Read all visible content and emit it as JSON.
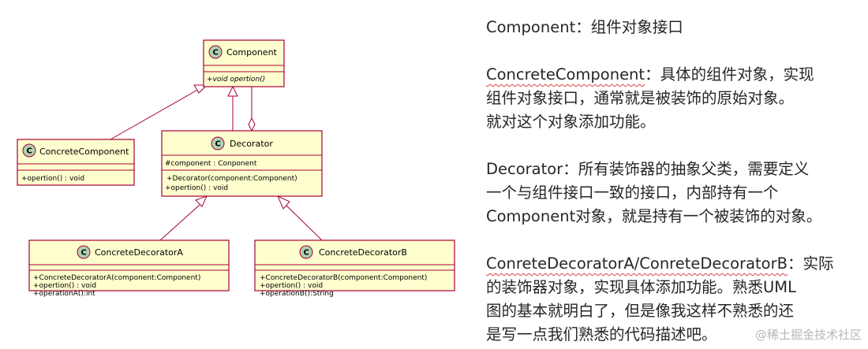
{
  "diagram": {
    "classes": [
      {
        "id": "component",
        "name": "Component",
        "fields": [],
        "methods": [
          "+void opertion()"
        ],
        "methods_italic": true
      },
      {
        "id": "concrete-component",
        "name": "ConcreteComponent",
        "fields": [],
        "methods": [
          "+opertion() : void"
        ]
      },
      {
        "id": "decorator",
        "name": "Decorator",
        "fields": [
          "#component : Conponent"
        ],
        "methods": [
          "+Decorator(component:Component)",
          "+opertion() : void"
        ]
      },
      {
        "id": "concrete-decorator-a",
        "name": "ConcreteDecoratorA",
        "fields": [],
        "methods": [
          "+ConcreteDecoratorA(component:Component)",
          "+opertion() : void",
          "+operationA():int"
        ]
      },
      {
        "id": "concrete-decorator-b",
        "name": "ConcreteDecoratorB",
        "fields": [],
        "methods": [
          "+ConcreteDecoratorB(component:Component)",
          "+opertion() : void",
          "+operationB():String"
        ]
      }
    ],
    "relations": [
      {
        "from": "concrete-component",
        "to": "component",
        "type": "inheritance"
      },
      {
        "from": "decorator",
        "to": "component",
        "type": "inheritance"
      },
      {
        "from": "decorator",
        "to": "component",
        "type": "aggregation"
      },
      {
        "from": "concrete-decorator-a",
        "to": "decorator",
        "type": "inheritance"
      },
      {
        "from": "concrete-decorator-b",
        "to": "decorator",
        "type": "inheritance"
      }
    ],
    "colors": {
      "class_fill": "#FEFECE",
      "border": "#A80036",
      "badge": "#ADD1B2"
    }
  },
  "description": {
    "component": {
      "term": "Component",
      "lines": [
        "：组件对象接口"
      ]
    },
    "concrete_component": {
      "term": "ConcreteComponent",
      "lines": [
        "：具体的组件对象，实现",
        "组件对象接口，通常就是被装饰的原始对象。",
        "就对这个对象添加功能。"
      ]
    },
    "decorator": {
      "term": "Decorator",
      "lines": [
        "：所有装饰器的抽象父类，需要定义",
        "一个与组件接口一致的接口，内部持有一个",
        "Component对象，就是持有一个被装饰的对象。"
      ]
    },
    "concrete_decorator": {
      "term": "ConreteDecoratorA/ConreteDecoratorB",
      "lines": [
        "：实际",
        "的装饰器对象，实现具体添加功能。熟悉UML",
        "图的基本就明白了，但是像我这样不熟悉的还",
        "是写一点我们熟悉的代码描述吧。"
      ]
    }
  },
  "watermark": "@稀土掘金技术社区"
}
